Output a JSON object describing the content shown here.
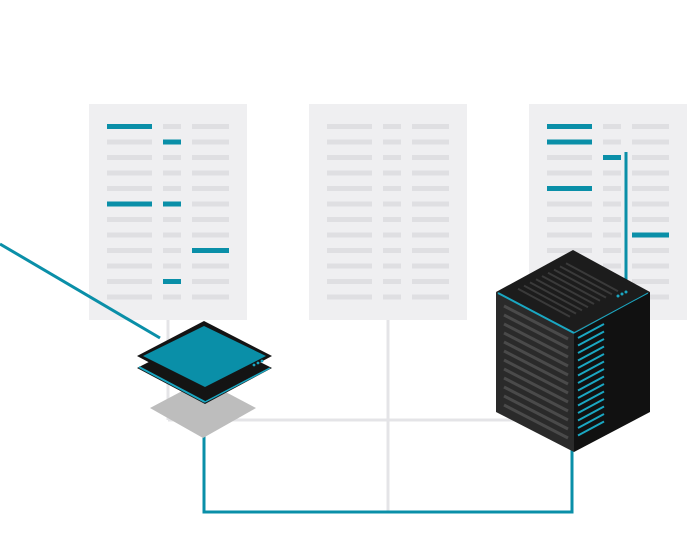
{
  "colors": {
    "accent": "#0a8fa8",
    "accent_light": "#1aa7c2",
    "panel": "#efeff1",
    "panel_line": "#dfdfe2",
    "connector_gray": "#e4e4e7",
    "device_dark": "#141414",
    "shadow": "#bdbdbd"
  },
  "panels": [
    {
      "name": "left-table-panel",
      "rows": 12,
      "highlights": [
        {
          "row": 0,
          "col": 0
        },
        {
          "row": 1,
          "col": 1
        },
        {
          "row": 5,
          "col": 0
        },
        {
          "row": 5,
          "col": 1
        },
        {
          "row": 8,
          "col": 2
        },
        {
          "row": 10,
          "col": 1
        }
      ]
    },
    {
      "name": "center-table-panel",
      "rows": 12,
      "highlights": []
    },
    {
      "name": "right-table-panel",
      "rows": 12,
      "highlights": [
        {
          "row": 0,
          "col": 0
        },
        {
          "row": 1,
          "col": 0
        },
        {
          "row": 2,
          "col": 1
        },
        {
          "row": 4,
          "col": 0
        },
        {
          "row": 7,
          "col": 2
        }
      ]
    }
  ],
  "icons": {
    "router": "router-icon",
    "server": "server-rack-icon"
  }
}
